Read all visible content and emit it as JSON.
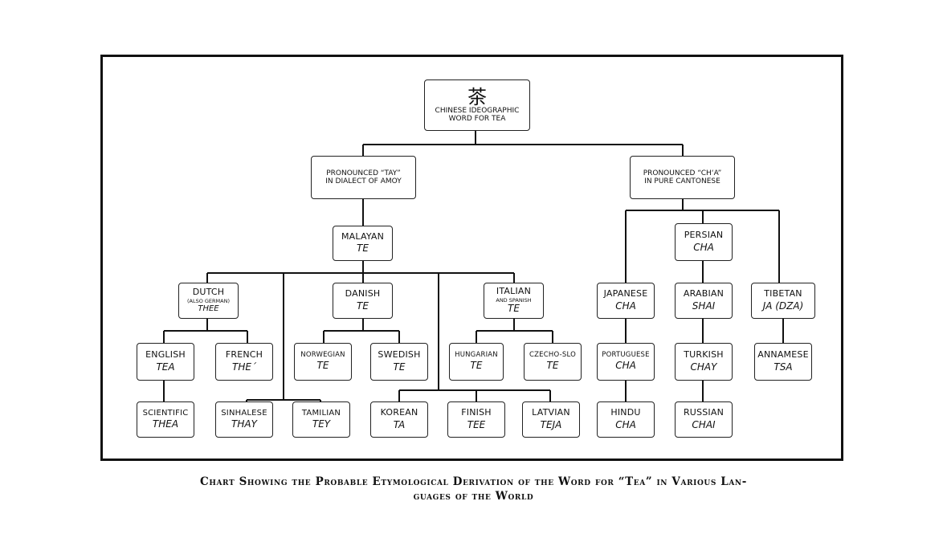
{
  "root": {
    "ideograph": "茶",
    "line1": "CHINESE IDEOGRAPHIC",
    "line2": "WORD FOR TEA"
  },
  "branch_amoy": {
    "line1": "PRONOUNCED “TAY”",
    "line2": "IN DIALECT OF AMOY"
  },
  "branch_canton": {
    "line1": "PRONOUNCED “CH‘A”",
    "line2": "IN PURE CANTONESE"
  },
  "nodes": {
    "malayan": {
      "lang": "MALAYAN",
      "word": "TE"
    },
    "dutch": {
      "lang": "DUTCH",
      "note": "(ALSO GERMAN)",
      "word": "THEE"
    },
    "danish": {
      "lang": "DANISH",
      "word": "TE"
    },
    "italian": {
      "lang": "ITALIAN",
      "note": "AND SPANISH",
      "word": "TE"
    },
    "english": {
      "lang": "ENGLISH",
      "word": "TEA"
    },
    "french": {
      "lang": "FRENCH",
      "word": "THE´"
    },
    "norwegian": {
      "lang": "NORWEGIAN",
      "word": "TE"
    },
    "swedish": {
      "lang": "SWEDISH",
      "word": "TE"
    },
    "hungarian": {
      "lang": "HUNGARIAN",
      "word": "TE"
    },
    "czecho": {
      "lang": "CZECHO-SLO",
      "word": "TE"
    },
    "scientific": {
      "lang": "SCIENTIFIC",
      "word": "THEA"
    },
    "sinhalese": {
      "lang": "SINHALESE",
      "word": "THAY"
    },
    "tamilian": {
      "lang": "TAMILIAN",
      "word": "TEY"
    },
    "korean": {
      "lang": "KOREAN",
      "word": "TA"
    },
    "finish": {
      "lang": "FINISH",
      "word": "TEE"
    },
    "latvian": {
      "lang": "LATVIAN",
      "word": "TEJA"
    },
    "persian": {
      "lang": "PERSIAN",
      "word": "CHA"
    },
    "japanese": {
      "lang": "JAPANESE",
      "word": "CHA"
    },
    "arabian": {
      "lang": "ARABIAN",
      "word": "SHAI"
    },
    "tibetan": {
      "lang": "TIBETAN",
      "word": "JA (DZA)"
    },
    "portuguese": {
      "lang": "PORTUGUESE",
      "word": "CHA"
    },
    "turkish": {
      "lang": "TURKISH",
      "word": "CHAY"
    },
    "annamese": {
      "lang": "ANNAMESE",
      "word": "TSA"
    },
    "hindu": {
      "lang": "HINDU",
      "word": "CHA"
    },
    "russian": {
      "lang": "RUSSIAN",
      "word": "CHAI"
    }
  },
  "caption": {
    "line1": "Chart Showing the Probable Etymological Derivation of the Word for “Tea” in Various Lan-",
    "line2": "guages of the World"
  }
}
